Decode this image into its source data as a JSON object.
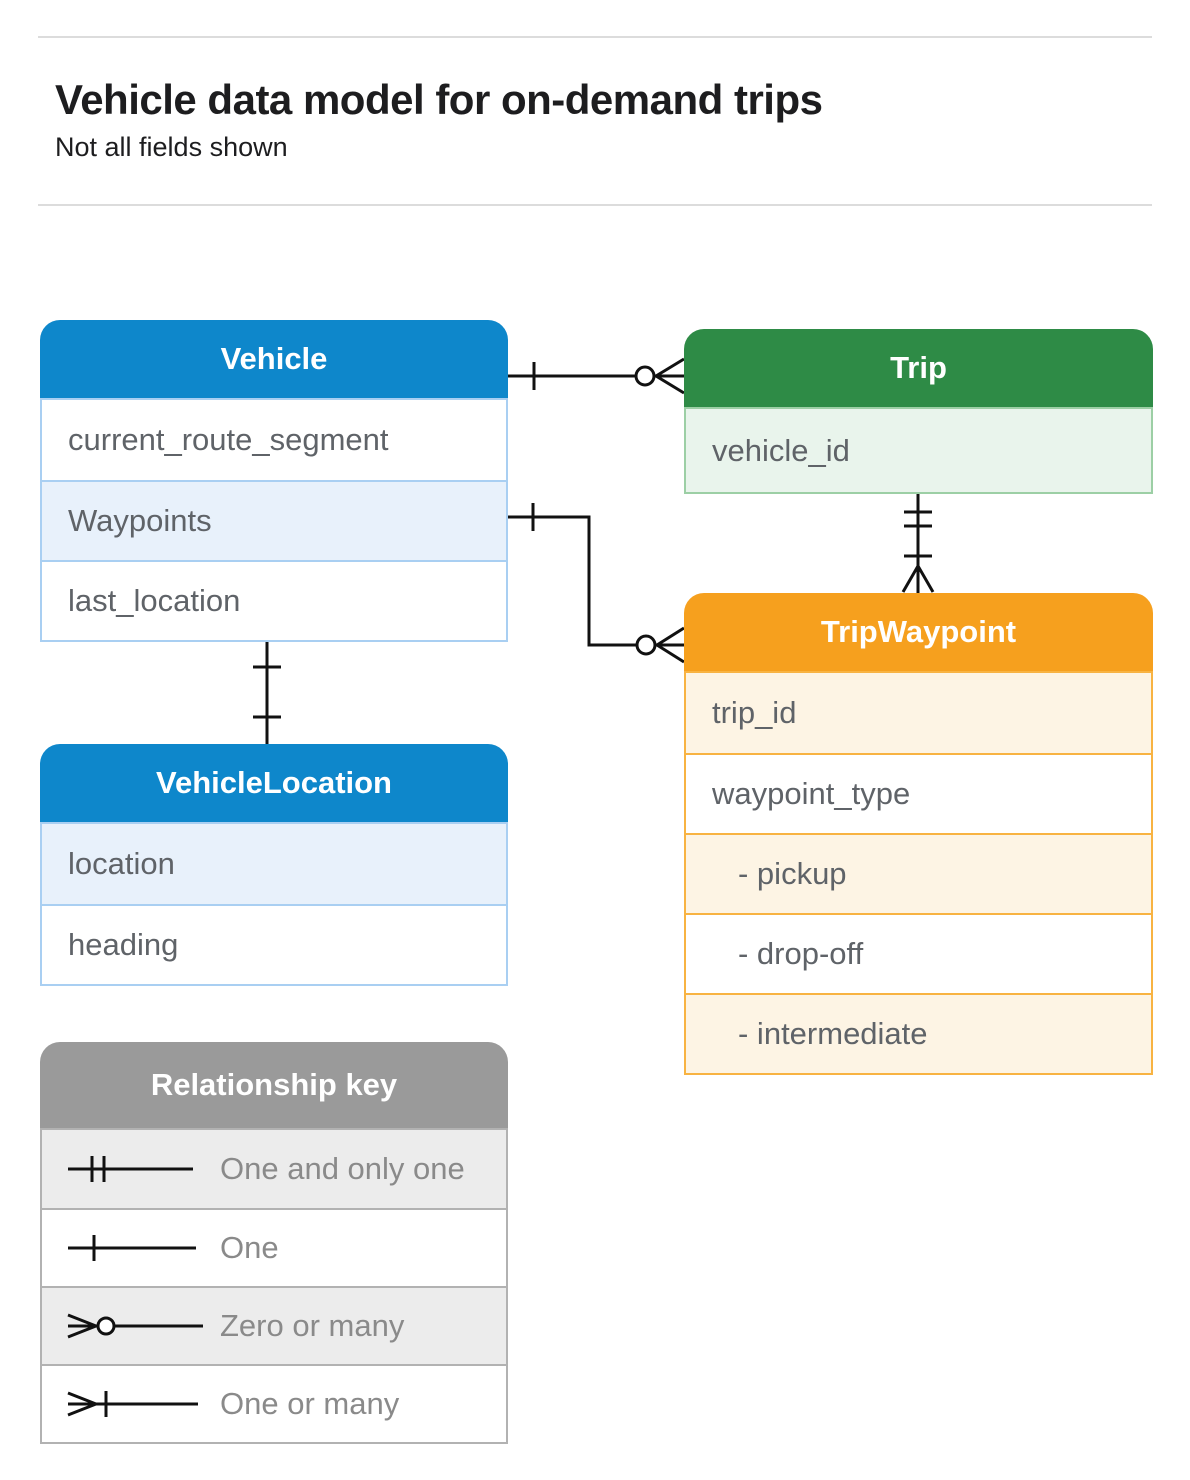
{
  "page": {
    "title": "Vehicle data model for on-demand trips",
    "subtitle": "Not all fields shown"
  },
  "tables": {
    "vehicle": {
      "title": "Vehicle",
      "fields": [
        "current_route_segment",
        "Waypoints",
        "last_location"
      ]
    },
    "trip": {
      "title": "Trip",
      "fields": [
        "vehicle_id"
      ]
    },
    "trip_waypoint": {
      "title": "TripWaypoint",
      "fields": [
        "trip_id",
        "waypoint_type",
        "- pickup",
        "- drop-off",
        "- intermediate"
      ]
    },
    "vehicle_location": {
      "title": "VehicleLocation",
      "fields": [
        "location",
        "heading"
      ]
    }
  },
  "legend": {
    "title": "Relationship key",
    "items": [
      {
        "icon": "one-and-only-one-icon",
        "label": "One and only one"
      },
      {
        "icon": "one-icon",
        "label": "One"
      },
      {
        "icon": "zero-or-many-icon",
        "label": "Zero or many"
      },
      {
        "icon": "one-or-many-icon",
        "label": "One or many"
      }
    ]
  },
  "colors": {
    "blue_header": "#0e87cb",
    "blue_row": "#e8f1fb",
    "blue_border": "#a9cff2",
    "green_header": "#2e8b46",
    "green_row": "#e9f4ec",
    "green_border": "#9ccfa5",
    "orange_header": "#f6a01e",
    "orange_row": "#fdf4e4",
    "orange_border": "#f8b342",
    "gray_header": "#9a9a9a",
    "gray_row": "#ececec",
    "gray_border": "#b2b2b2",
    "connector": "#111111",
    "field_text": "#5f6368",
    "title_text": "#1d1d1f"
  }
}
